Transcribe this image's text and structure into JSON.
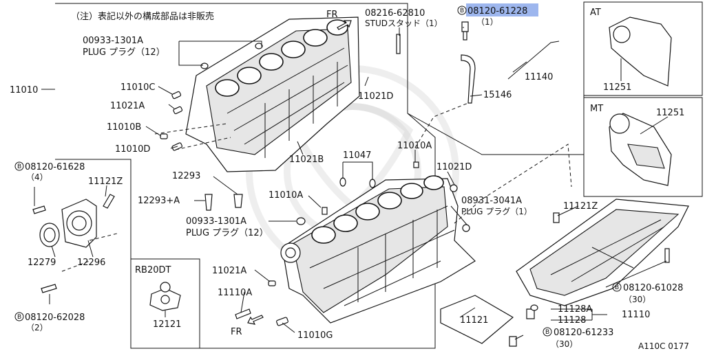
{
  "note": "（注）表記以外の構成部品は非販売",
  "fr_top": "FR",
  "fr_bottom": "FR",
  "ref_code": "A110C 0177",
  "panels": {
    "at": "AT",
    "mt": "MT",
    "rb": "RB20DT"
  },
  "labels": {
    "p11010": "11010",
    "p00933_top": "00933-1301A",
    "plug12_top": "PLUG プラグ（12）",
    "p11010C": "11010C",
    "p11021A_top": "11021A",
    "p11010B": "11010B",
    "p11010D": "11010D",
    "p08216": "08216-62810",
    "stud": "STUDスタッド（1）",
    "p08120_61228": "08120-61228",
    "qty1_top": "（1）",
    "p11140": "11140",
    "p15146": "15146",
    "p11021D_top": "11021D",
    "p11021B": "11021B",
    "p11047": "11047",
    "p11010A_r": "11010A",
    "p11021D_r": "11021D",
    "p08931": "08931-3041A",
    "plug1": "PLUG プラグ（1）",
    "p12293": "12293",
    "p12293A": "12293+A",
    "p11010A_l": "11010A",
    "p00933_mid": "00933-1301A",
    "plug12_mid": "PLUG プラグ（12）",
    "p11021A_b": "11021A",
    "p11110A": "11110A",
    "p11010G": "11010G",
    "p08120_61628": "08120-61628",
    "qty4": "（4）",
    "p11121Z_l": "11121Z",
    "p12279": "12279",
    "p12296": "12296",
    "p08120_62028": "08120-62028",
    "qty2": "（2）",
    "p12121": "12121",
    "p11251_at": "11251",
    "p11251_mt": "11251",
    "p11121Z_r": "11121Z",
    "p08120_61028": "08120-61028",
    "qty30_r": "（30）",
    "p11128A": "11128A",
    "p11128": "11128",
    "p11110": "11110",
    "p11121": "11121",
    "p08120_61233": "08120-61233",
    "qty30_b": "（30）"
  },
  "bolt_mark": "B",
  "highlight_color": "#9db6ee"
}
